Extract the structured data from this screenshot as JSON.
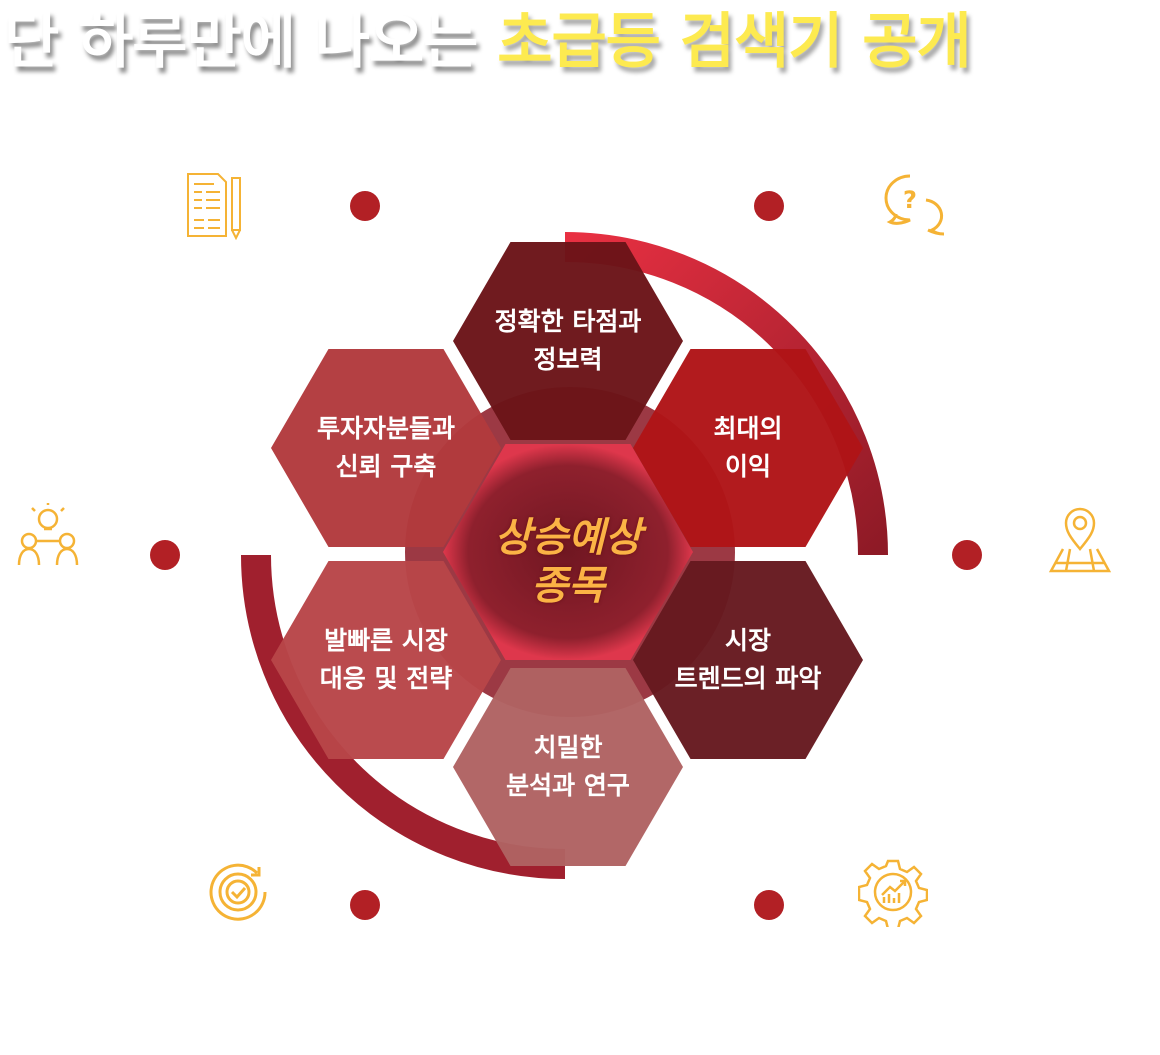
{
  "title": {
    "white_part": "단 하루만에 나오는",
    "highlight_part": "초급등 검색기 공개"
  },
  "center": {
    "label_line1": "상승예상",
    "label_line2": "종목"
  },
  "hexagons": [
    {
      "line1": "정확한 타점과",
      "line2": "정보력"
    },
    {
      "line1": "최대의",
      "line2": "이익"
    },
    {
      "line1": "시장",
      "line2": "트렌드의 파악"
    },
    {
      "line1": "치밀한",
      "line2": "분석과 연구"
    },
    {
      "line1": "발빠른 시장",
      "line2": "대응 및 전략"
    },
    {
      "line1": "투자자분들과",
      "line2": "신뢰 구축"
    }
  ],
  "icons": [
    "document-pen-icon",
    "question-chat-icon",
    "map-pin-icon",
    "gear-chart-icon",
    "circle-check-icon",
    "lightbulb-team-icon"
  ],
  "colors": {
    "accent_yellow": "#fdea50",
    "dot_red": "#b22025",
    "icon_orange": "#f5b335"
  }
}
